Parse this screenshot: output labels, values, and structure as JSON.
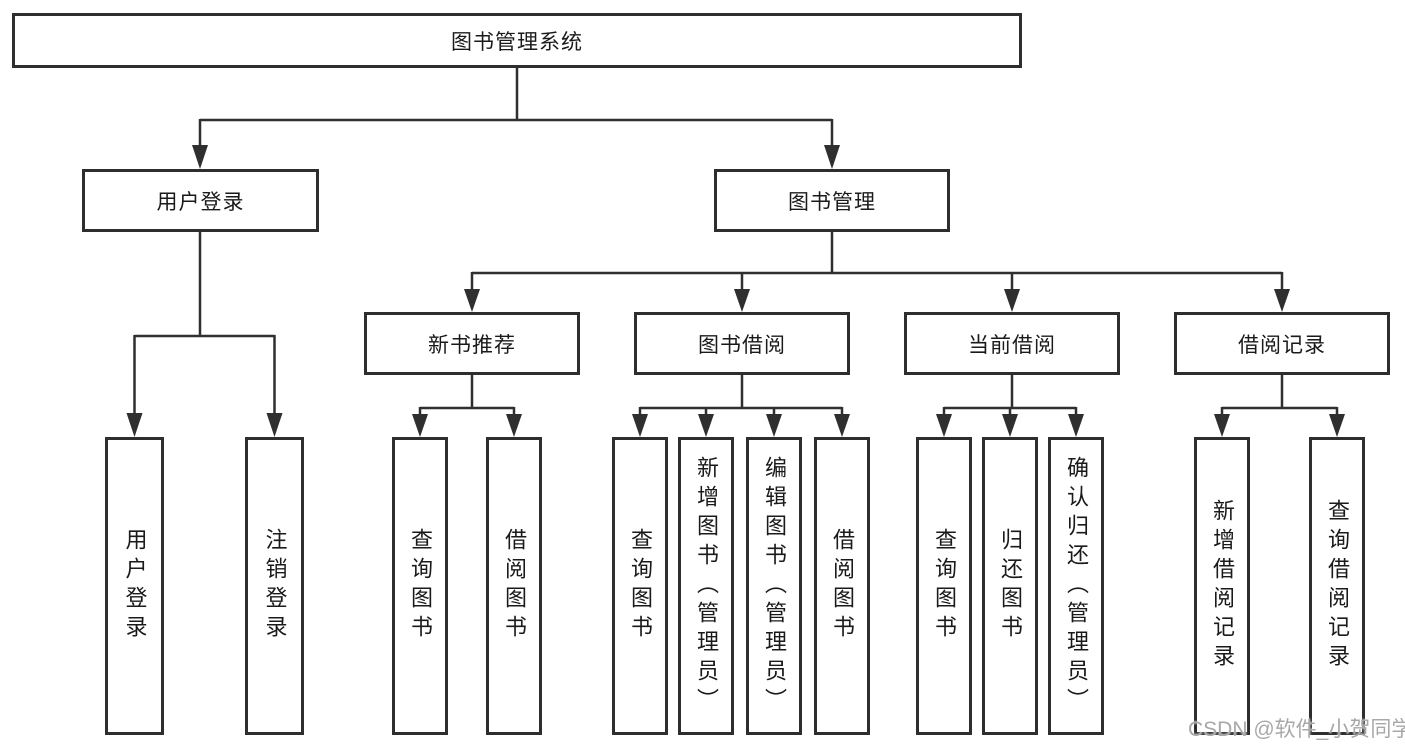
{
  "root": {
    "label": "图书管理系统"
  },
  "level2": [
    {
      "label": "用户登录"
    },
    {
      "label": "图书管理"
    }
  ],
  "level3": [
    {
      "label": "新书推荐"
    },
    {
      "label": "图书借阅"
    },
    {
      "label": "当前借阅"
    },
    {
      "label": "借阅记录"
    }
  ],
  "leaves": {
    "user_login": [
      {
        "label": "用户登录"
      },
      {
        "label": "注销登录"
      }
    ],
    "new_book_rec": [
      {
        "label": "查询图书"
      },
      {
        "label": "借阅图书"
      }
    ],
    "book_borrow": [
      {
        "label": "查询图书"
      },
      {
        "label": "新增图书（管理员）"
      },
      {
        "label": "编辑图书（管理员）"
      },
      {
        "label": "借阅图书"
      }
    ],
    "current_borrow": [
      {
        "label": "查询图书"
      },
      {
        "label": "归还图书"
      },
      {
        "label": "确认归还（管理员）"
      }
    ],
    "borrow_record": [
      {
        "label": "新增借阅记录"
      },
      {
        "label": "查询借阅记录"
      }
    ]
  },
  "watermark": {
    "text": "CSDN @软件_小贺同学"
  },
  "colors": {
    "line": "#2f2f2f",
    "box_border": "#2e2e2e",
    "box_background": "#ffffff",
    "text": "#1a1a1a",
    "watermark": "#a8a8a8"
  }
}
